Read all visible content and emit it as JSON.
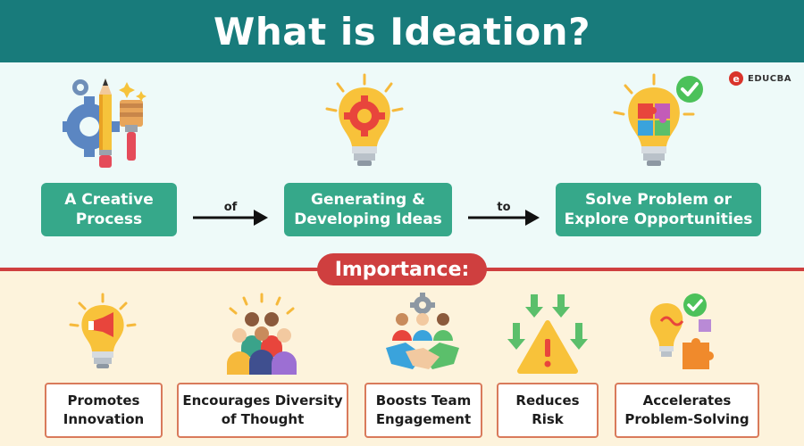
{
  "title": "What is Ideation?",
  "logo": {
    "mark": "e",
    "text": "EDUCBA"
  },
  "definition": {
    "steps": [
      {
        "label_line1": "A Creative",
        "label_line2": "Process",
        "icon": "pencil-gear-brush-icon"
      },
      {
        "label_line1": "Generating &",
        "label_line2": "Developing Ideas",
        "icon": "lightbulb-gear-icon"
      },
      {
        "label_line1": "Solve Problem or",
        "label_line2": "Explore Opportunities",
        "icon": "lightbulb-puzzle-check-icon"
      }
    ],
    "connectors": [
      "of",
      "to"
    ]
  },
  "importance": {
    "heading": "Importance:",
    "items": [
      {
        "line1": "Promotes",
        "line2": "Innovation",
        "icon": "lightbulb-megaphone-icon"
      },
      {
        "line1": "Encourages Diversity",
        "line2": "of Thought",
        "icon": "diverse-people-icon"
      },
      {
        "line1": "Boosts Team",
        "line2": "Engagement",
        "icon": "team-handshake-icon"
      },
      {
        "line1": "Reduces",
        "line2": "Risk",
        "icon": "warning-arrows-icon"
      },
      {
        "line1": "Accelerates",
        "line2": "Problem-Solving",
        "icon": "lightbulb-puzzle-check-icon"
      }
    ]
  },
  "colors": {
    "header": "#187b7b",
    "step": "#36a88a",
    "accent_red": "#cf3f3f",
    "box_border": "#d97a5b"
  }
}
